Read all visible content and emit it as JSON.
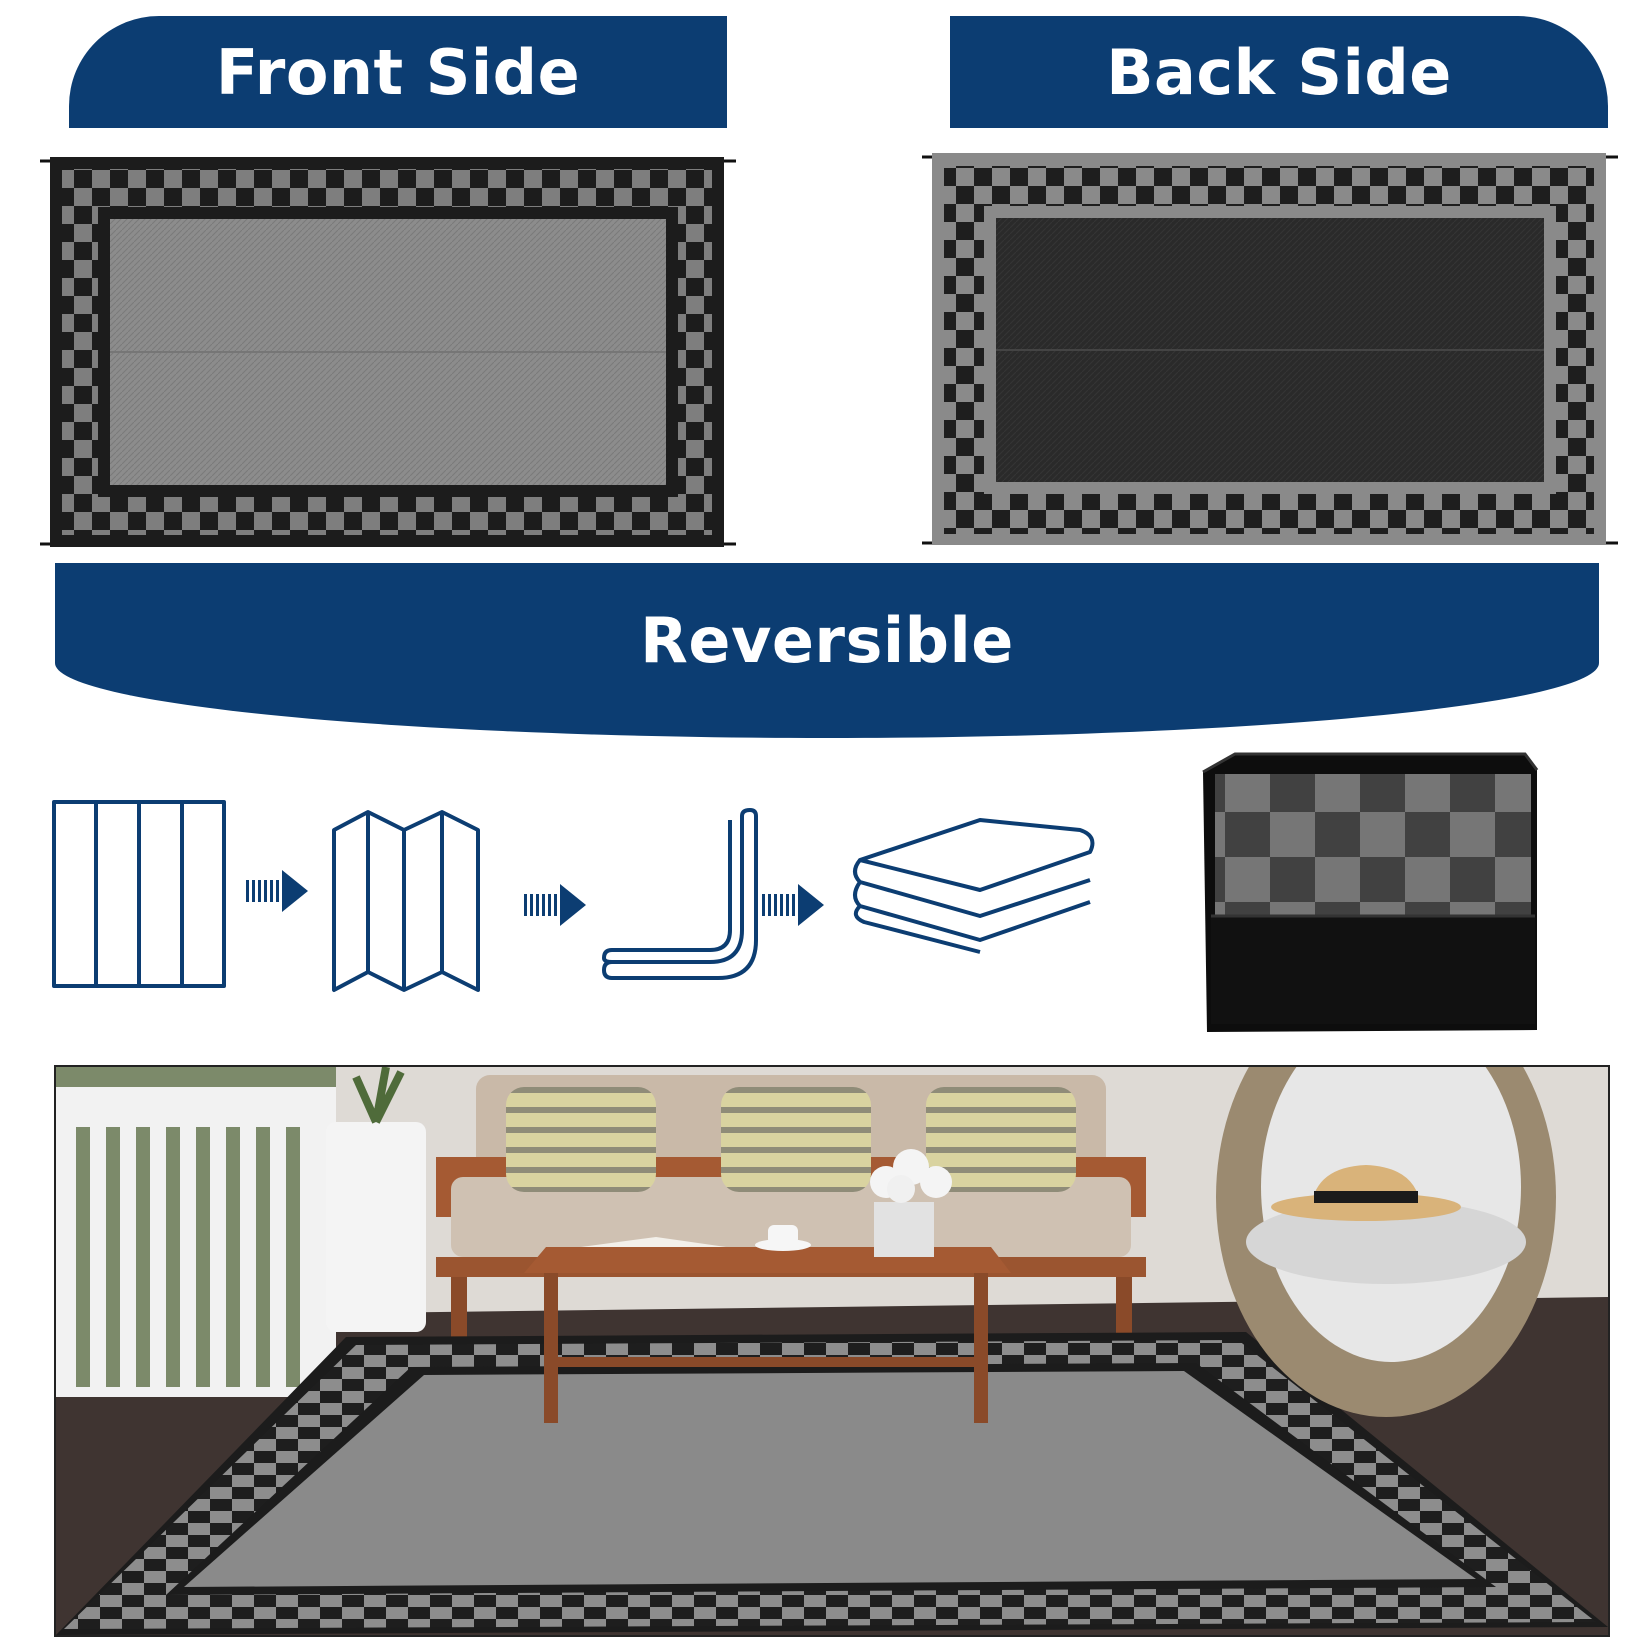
{
  "labels": {
    "front": "Front Side",
    "back": "Back Side",
    "reversible": "Reversible"
  },
  "colors": {
    "banner": "#0c3d72",
    "mat_black": "#1c1c1c",
    "mat_gray": "#8a8a8a",
    "icon_stroke": "#0c3d72"
  },
  "icons": [
    "flat-panel-icon",
    "arrow-icon",
    "zigzag-fold-icon",
    "arrow-icon",
    "l-fold-icon",
    "arrow-icon",
    "stacked-fold-icon",
    "storage-bag"
  ]
}
